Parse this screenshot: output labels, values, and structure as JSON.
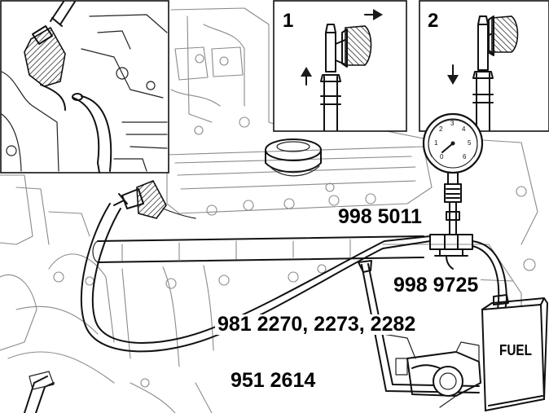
{
  "inset_steps": [
    "1",
    "2"
  ],
  "part_numbers": {
    "gauge": "998 5011",
    "adapter": "998 9725",
    "hose_kit": "981 2270, 2273, 2282",
    "hose": "951 2614"
  },
  "container_label": "FUEL"
}
